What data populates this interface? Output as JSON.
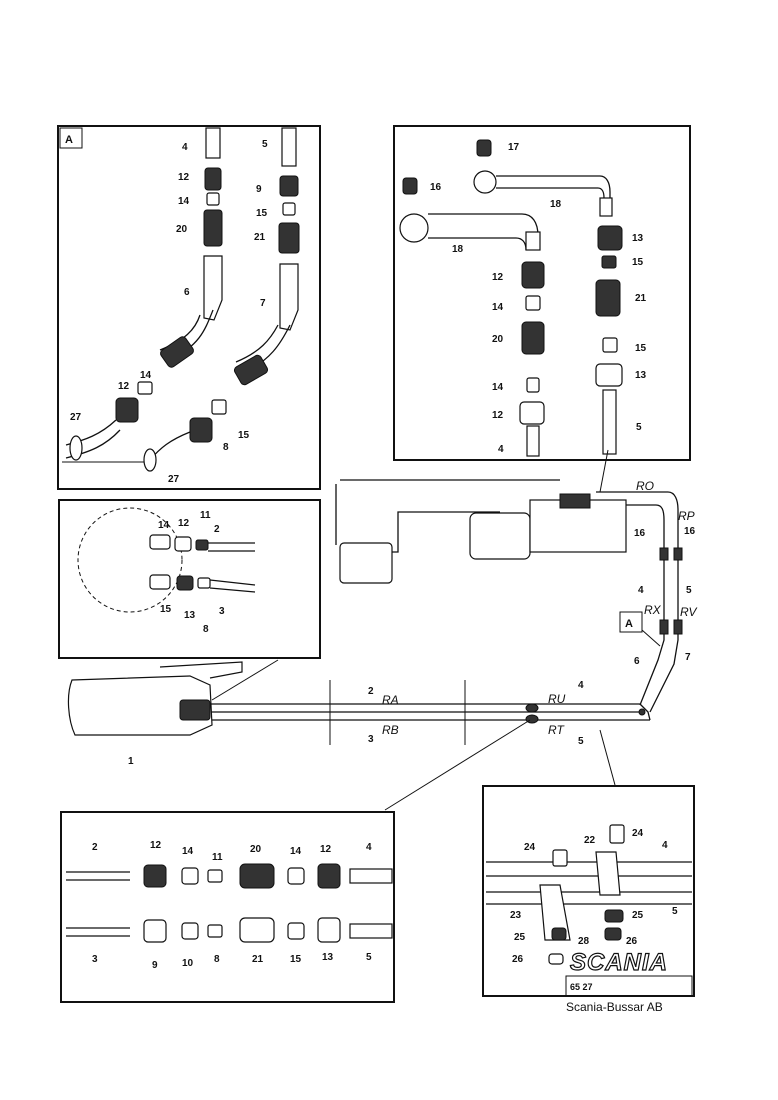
{
  "detail_a": {
    "tag": "A",
    "labels": [
      "4",
      "5",
      "12",
      "9",
      "14",
      "15",
      "20",
      "21",
      "6",
      "7",
      "14",
      "12",
      "15",
      "8",
      "27",
      "27"
    ]
  },
  "detail_top_right": {
    "labels": [
      "17",
      "16",
      "18",
      "18",
      "13",
      "15",
      "21",
      "15",
      "13",
      "5",
      "12",
      "14",
      "20",
      "14",
      "12",
      "4"
    ]
  },
  "detail_center_left": {
    "labels": [
      "11",
      "2",
      "14",
      "12",
      "15",
      "13",
      "8",
      "3"
    ]
  },
  "main": {
    "circuit_labels": [
      "RO",
      "RP",
      "RA",
      "RB",
      "RU",
      "RT",
      "RX",
      "RV"
    ],
    "numbers": [
      "16",
      "16",
      "4",
      "5",
      "6",
      "7",
      "2",
      "3",
      "4",
      "5",
      "1"
    ],
    "view_tag": "A"
  },
  "detail_bottom_left": {
    "top_row": [
      "2",
      "12",
      "14",
      "11",
      "20",
      "14",
      "12",
      "4"
    ],
    "bottom_row": [
      "3",
      "9",
      "10",
      "8",
      "21",
      "15",
      "13",
      "5"
    ]
  },
  "detail_bottom_right": {
    "labels": [
      "24",
      "22",
      "24",
      "4",
      "23",
      "25",
      "5",
      "25",
      "28",
      "26",
      "26"
    ]
  },
  "footer": {
    "brand": "SCANIA",
    "code": "65 27",
    "company": "Scania-Bussar AB"
  }
}
